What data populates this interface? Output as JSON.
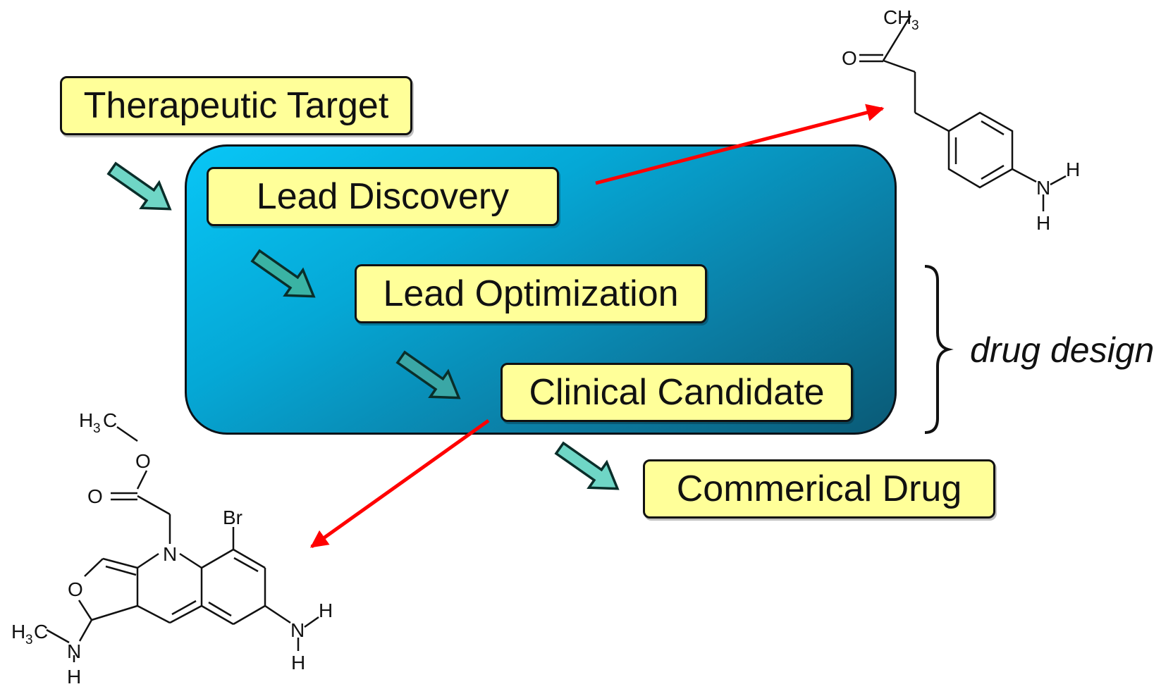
{
  "steps": {
    "therapeutic_target": "Therapeutic Target",
    "lead_discovery": "Lead Discovery",
    "lead_optimization": "Lead Optimization",
    "clinical_candidate": "Clinical Candidate",
    "commercial_drug": "Commerical Drug"
  },
  "brace_label": "drug design",
  "molecule_top": {
    "atoms": {
      "c": "C",
      "h3": "H",
      "three": "3",
      "o": "O",
      "n": "N",
      "h1": "H",
      "h2": "H"
    }
  },
  "molecule_bottom": {
    "atoms": {
      "h3c_top_h": "H",
      "h3c_top_3": "3",
      "h3c_top_c": "C",
      "o_ester": "O",
      "o_carbonyl": "O",
      "br": "Br",
      "n_ring": "N",
      "o_furan": "O",
      "h3c_left_h": "H",
      "h3c_left_3": "3",
      "h3c_left_c": "C",
      "n_methylamino": "N",
      "h_methylamino": "H",
      "n_amino": "N",
      "h_amino_1": "H",
      "h_amino_2": "H"
    }
  },
  "colors": {
    "panel_light": "#08c6f6",
    "panel_dark": "#0a5a76",
    "box_fill": "#ffff99",
    "flow_arrow": "#6fd6c6",
    "pointer_arrow": "#ff0000"
  }
}
